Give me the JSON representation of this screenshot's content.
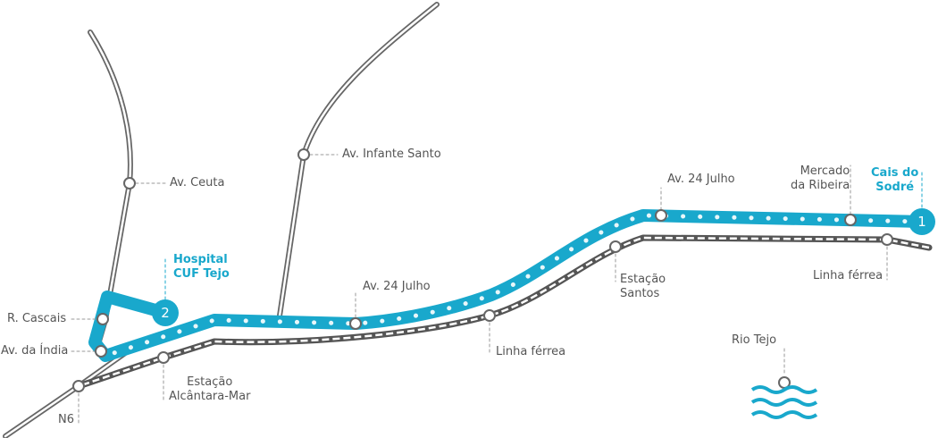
{
  "colors": {
    "route": "#19a8cc",
    "road": "#666666",
    "rail": "#555555"
  },
  "labels": {
    "av_ceuta": "Av. Ceuta",
    "av_infante_santo": "Av. Infante Santo",
    "av_24_julho_a": "Av. 24 Julho",
    "av_24_julho_b": "Av. 24 Julho",
    "mercado": [
      "Mercado",
      "da Ribeira"
    ],
    "cais": [
      "Cais do",
      "Sodré"
    ],
    "hospital": [
      "Hospital",
      "CUF Tejo"
    ],
    "r_cascais": "R. Cascais",
    "av_india": "Av. da Índia",
    "n6": "N6",
    "estacao_alcantara": [
      "Estação",
      "Alcântara-Mar"
    ],
    "linha_ferrea_a": "Linha férrea",
    "estacao_santos": [
      "Estação",
      "Santos"
    ],
    "linha_ferrea_b": "Linha férrea",
    "rio_tejo": "Rio Tejo"
  },
  "badges": {
    "start": "1",
    "end": "2"
  },
  "icons": {
    "water": "water-waves-icon",
    "station": "station-circle-icon"
  }
}
